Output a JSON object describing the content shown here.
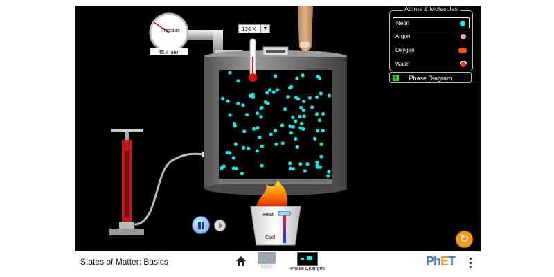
{
  "app": {
    "title": "States of Matter: Basics"
  },
  "pressure_gauge": {
    "label": "Pressure",
    "readout": "45.4 atm"
  },
  "thermometer": {
    "readout": "134 K",
    "dropdown_icon": "triangle-down-icon"
  },
  "heater": {
    "heat_label": "Heat",
    "cool_label": "Cool"
  },
  "atoms_panel": {
    "title": "Atoms & Molecules",
    "items": [
      {
        "label": "Neon",
        "color": "#19e6e6",
        "selected": true
      },
      {
        "label": "Argon",
        "color": "#f5a3b0",
        "selected": false
      },
      {
        "label": "Oxygen",
        "color": "#ff5500",
        "selected": false
      },
      {
        "label": "Water",
        "color": "#ffffff",
        "selected": false
      }
    ]
  },
  "phase_diagram_button": {
    "label": "Phase Diagram",
    "icon": "plus-icon"
  },
  "nav": {
    "tabs": [
      {
        "label": "States",
        "active": false
      },
      {
        "label": "Phase Changes",
        "active": true
      }
    ],
    "logo": "PhET"
  },
  "colors": {
    "particle": "#19e6e6",
    "background": "#000000",
    "accent_orange": "#f39a1e"
  }
}
